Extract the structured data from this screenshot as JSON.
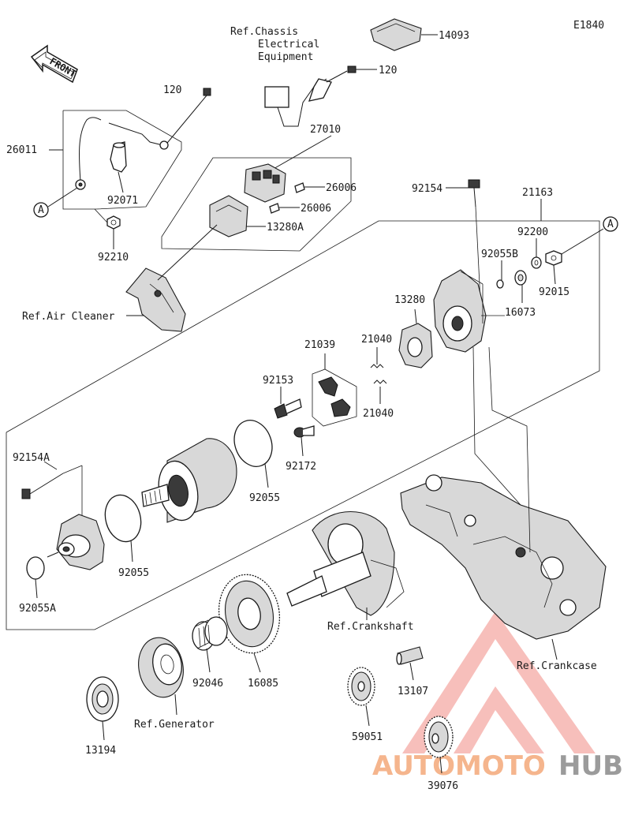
{
  "diagram_code": "E1840",
  "front_label": "FRONT",
  "refs": {
    "chassis_line1": "Ref.Chassis",
    "chassis_line2": "Electrical",
    "chassis_line3": "Equipment",
    "air_cleaner": "Ref.Air Cleaner",
    "crankshaft": "Ref.Crankshaft",
    "crankcase": "Ref.Crankcase",
    "generator": "Ref.Generator"
  },
  "callout_letter": "A",
  "parts": {
    "p14093": "14093",
    "p120a": "120",
    "p120b": "120",
    "p27010": "27010",
    "p26011": "26011",
    "p92071": "92071",
    "p26006a": "26006",
    "p26006b": "26006",
    "p13280A": "13280A",
    "p92210": "92210",
    "p92154": "92154",
    "p21163": "21163",
    "p92200": "92200",
    "p92055B": "92055B",
    "p16073": "16073",
    "p92015": "92015",
    "p13280": "13280",
    "p21039": "21039",
    "p21040a": "21040",
    "p21040b": "21040",
    "p92153": "92153",
    "p92172": "92172",
    "p92154A": "92154A",
    "p92055a": "92055",
    "p92055b": "92055",
    "p92055A": "92055A",
    "p92046": "92046",
    "p16085": "16085",
    "p13107": "13107",
    "p59051": "59051",
    "p13194": "13194",
    "p39076": "39076"
  },
  "watermark": {
    "auto": "AUTOMOTO",
    "hub": "HUB",
    "accent_color": "#e8453c",
    "orange_color": "#f4a97a"
  }
}
